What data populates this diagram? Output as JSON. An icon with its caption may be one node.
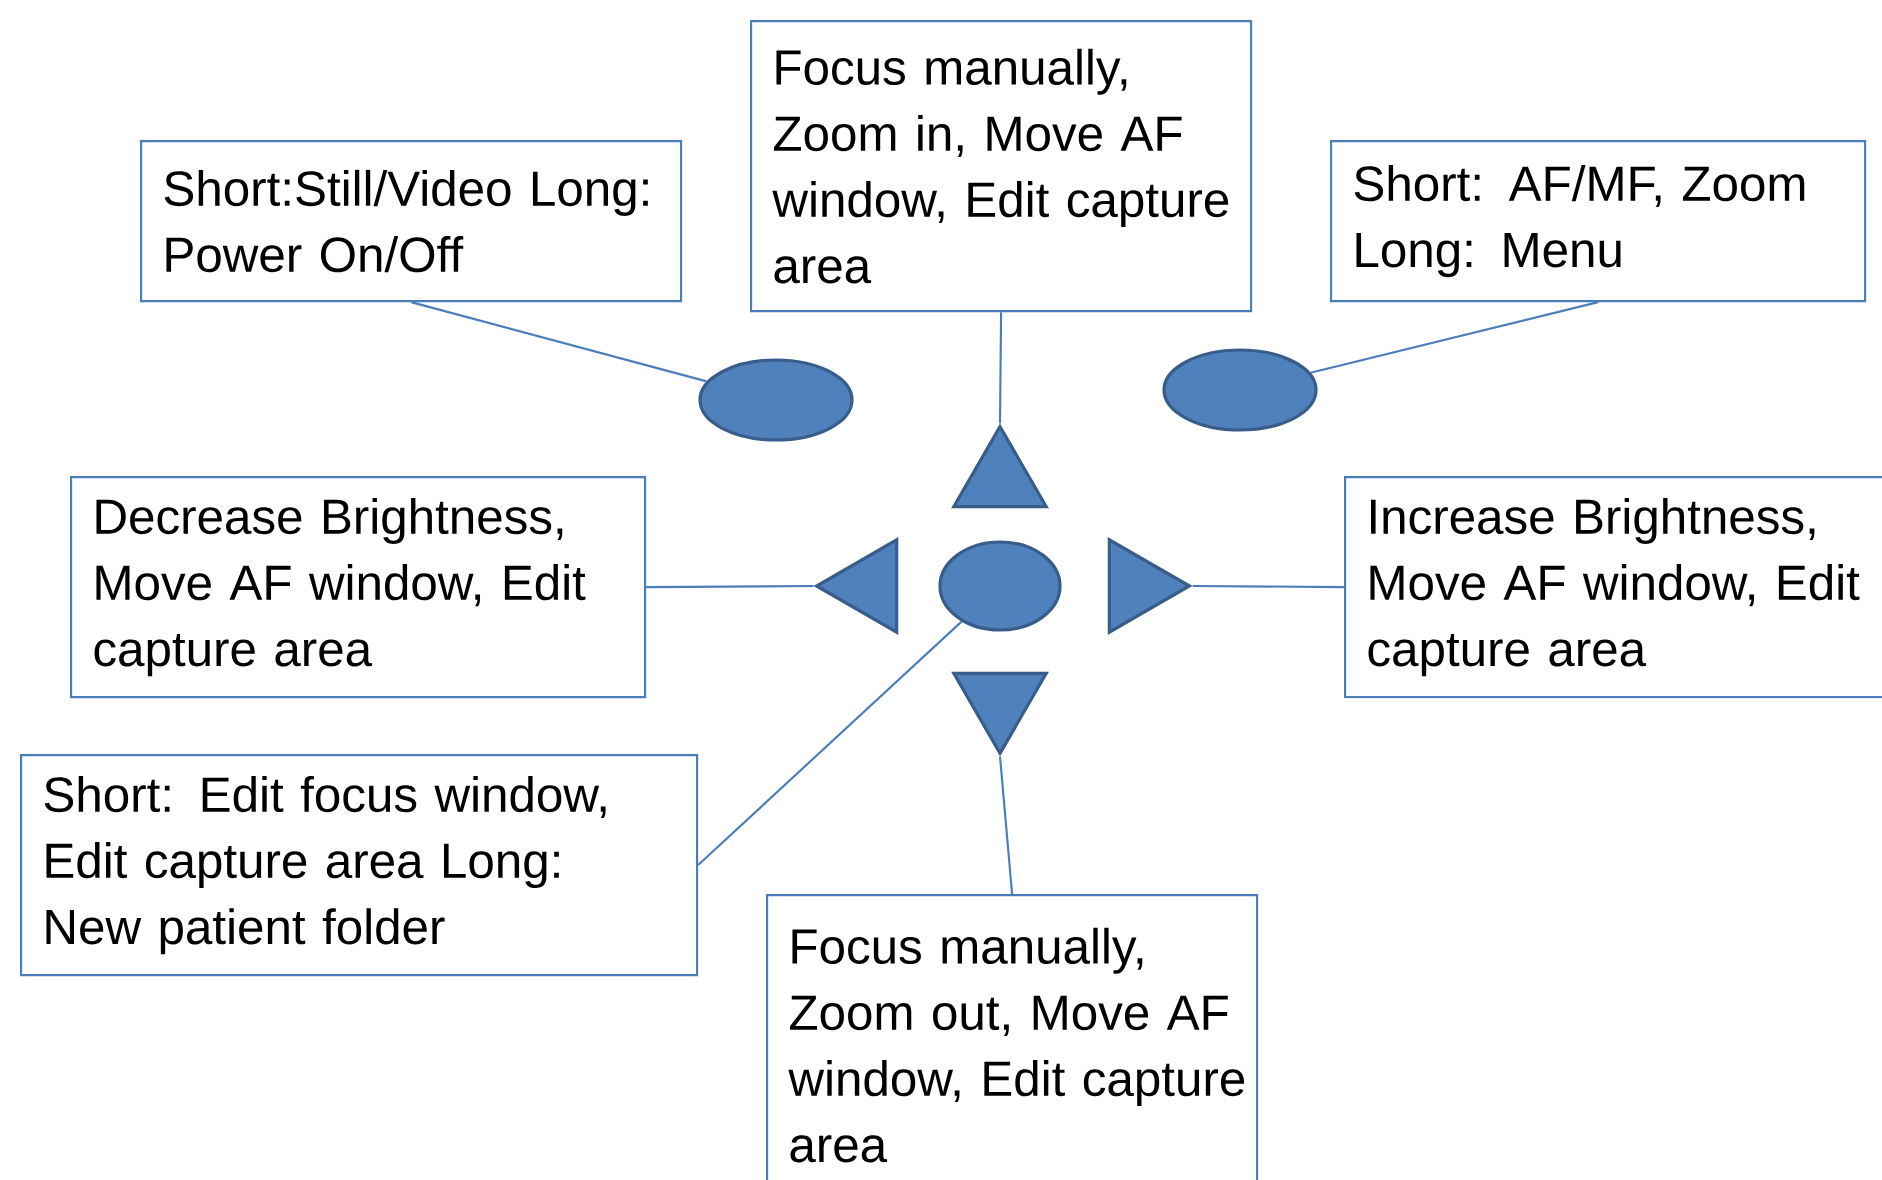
{
  "diagram": {
    "nodes": [
      {
        "text": [
          "Short:Still/Video Long: Power On/Off"
        ]
      },
      {
        "text": [
          "Focus manually, Zoom in, Move AF window, Edit capture area"
        ]
      },
      {
        "text": [
          "Short: AF/MF, Zoom Long: Menu"
        ]
      },
      {
        "text": [
          "Decrease Brightness, Move AF window, Edit capture area"
        ]
      },
      {
        "text": [
          "Increase Brightness, Move AF window, Edit capture area"
        ]
      },
      {
        "text": [
          "Short: Edit focus window, Edit capture area Long: New patient folder"
        ]
      },
      {
        "text": [
          "Focus manually, Zoom out, Move AF window, Edit capture area"
        ]
      },
      {
        "text": [],
        "shape": "ellipse"
      },
      {
        "text": [],
        "shape": "ellipse"
      },
      {
        "text": [],
        "shape": "triangle"
      },
      {
        "text": [],
        "shape": "triangle"
      },
      {
        "text": [],
        "shape": "ellipse"
      },
      {
        "text": [],
        "shape": "triangle"
      },
      {
        "text": [],
        "shape": "triangle"
      }
    ],
    "edges": [
      {
        "from": 0,
        "to": 7,
        "arrow": "none"
      },
      {
        "from": 1,
        "to": 9,
        "arrow": "none"
      },
      {
        "from": 2,
        "to": 8,
        "arrow": "none"
      },
      {
        "from": 3,
        "to": 10,
        "arrow": "none"
      },
      {
        "from": 4,
        "to": 12,
        "arrow": "none"
      },
      {
        "from": 5,
        "to": 11,
        "arrow": "none"
      },
      {
        "from": 6,
        "to": 13,
        "arrow": "none"
      }
    ]
  }
}
